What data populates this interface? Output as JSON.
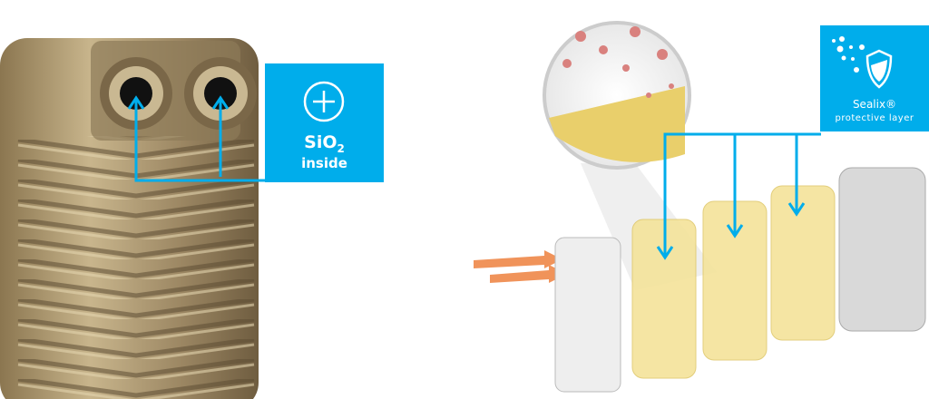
{
  "left_callout": {
    "formula_main": "SiO",
    "formula_sub": "2",
    "label": "inside",
    "icon": "plus-circle-icon"
  },
  "right_callout": {
    "title": "Sealix®",
    "label": "protective layer",
    "icon": "shield-droplets-icon"
  },
  "colors": {
    "accent": "#00adeb",
    "bronze": "#a8916a",
    "plate_yellow": "#f4e39a",
    "arrow_orange": "#f0935a"
  }
}
